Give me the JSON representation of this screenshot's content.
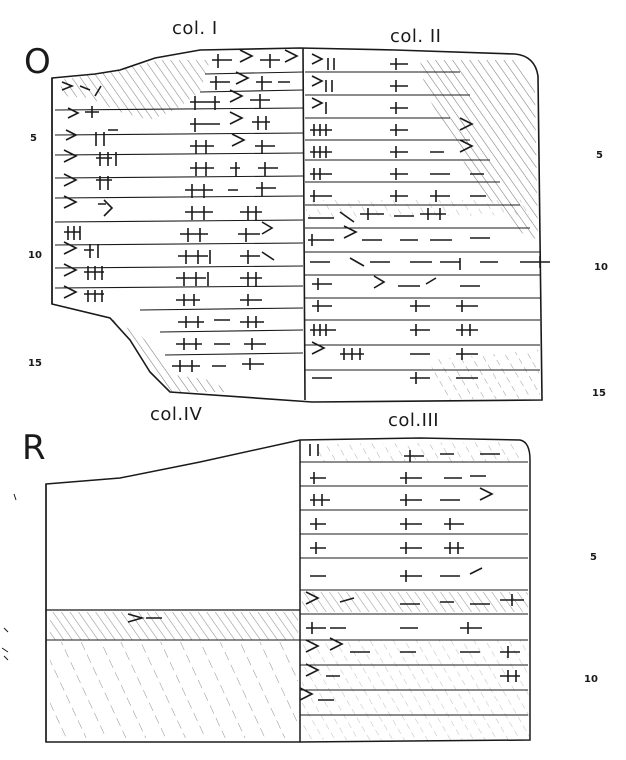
{
  "obverse": {
    "side_label": "O",
    "columns": [
      "col. I",
      "col. II"
    ],
    "line_numbers_left": [
      "5",
      "10",
      "15"
    ],
    "line_numbers_right": [
      "5",
      "10",
      "15"
    ]
  },
  "reverse": {
    "side_label": "R",
    "columns": [
      "col.IV",
      "col.III"
    ],
    "line_numbers_right": [
      "5",
      "10"
    ]
  },
  "colors": {
    "ink": "#1a1a1a",
    "paper": "#ffffff"
  }
}
